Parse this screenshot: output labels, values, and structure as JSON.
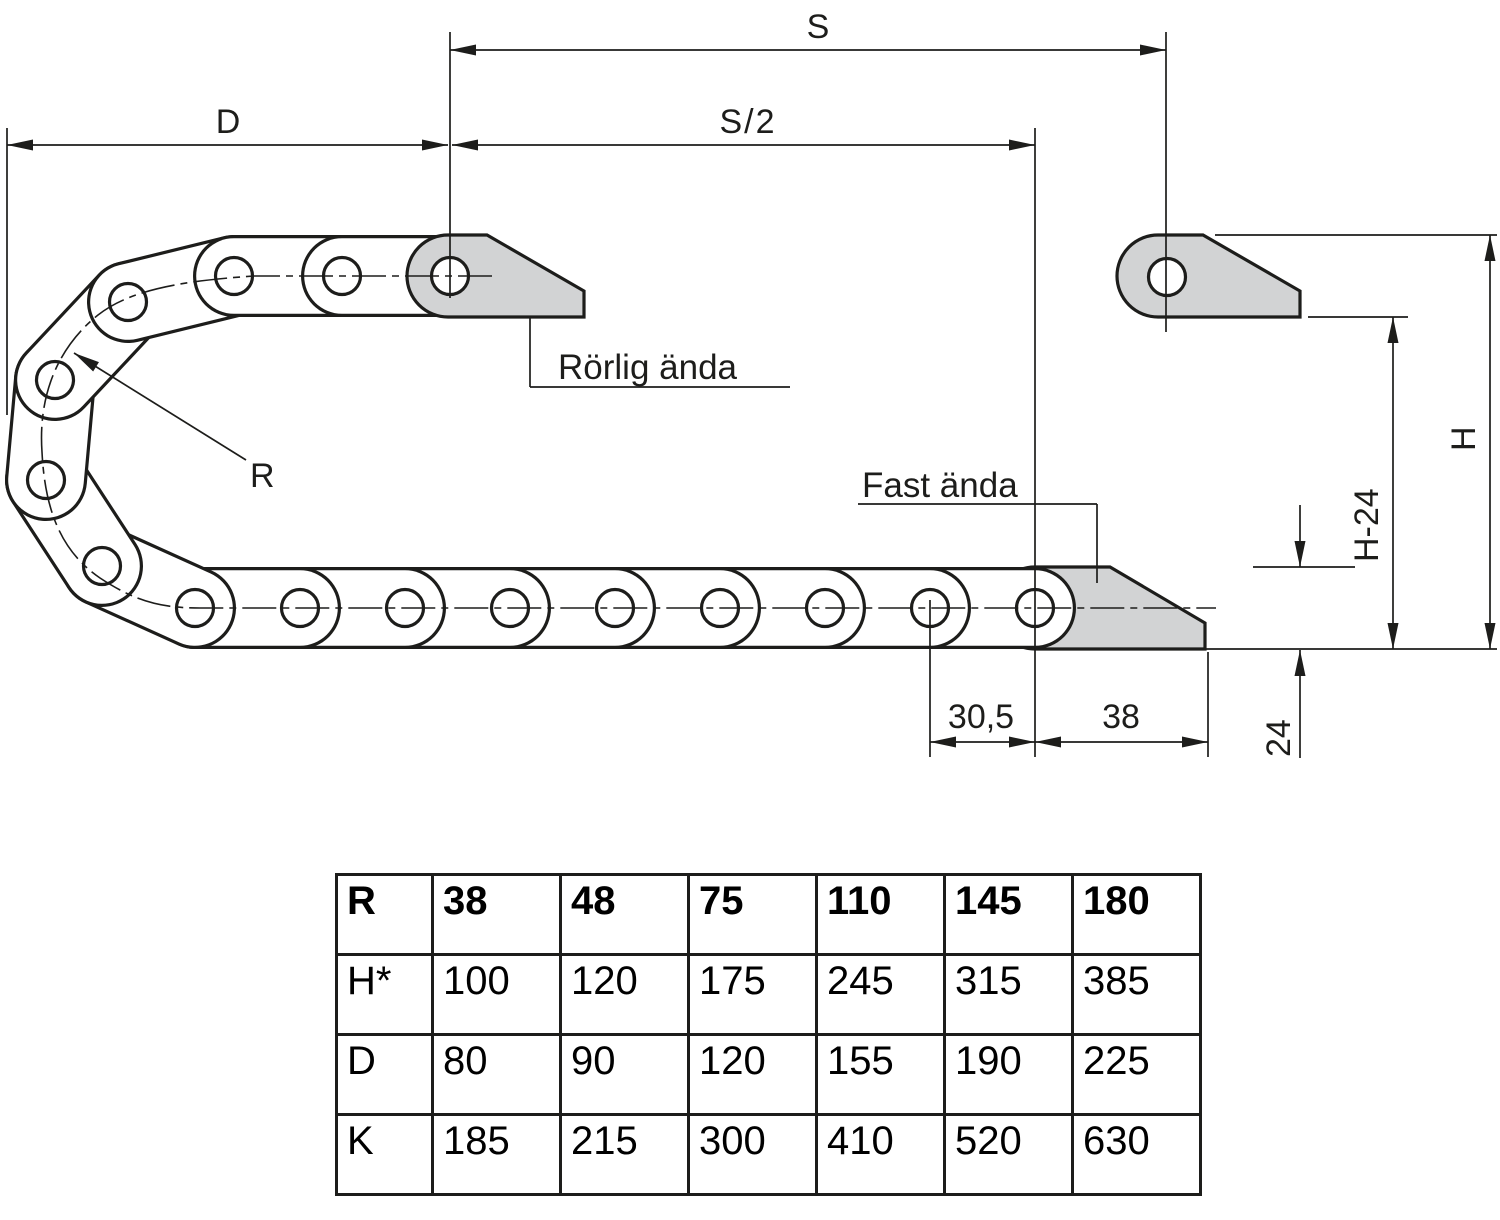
{
  "dimensions": {
    "s": "S",
    "s_half": "S/2",
    "d": "D",
    "r": "R",
    "h": "H",
    "h_minus_24": "H-24",
    "height_24": "24",
    "pitch_30_5": "30,5",
    "lug_38": "38"
  },
  "labels": {
    "movable_end": "Rörlig ända",
    "fixed_end": "Fast ända"
  },
  "table": {
    "rows": [
      {
        "label": "R",
        "bold": true,
        "values": [
          "38",
          "48",
          "75",
          "110",
          "145",
          "180"
        ]
      },
      {
        "label": "H*",
        "bold": false,
        "values": [
          "100",
          "120",
          "175",
          "245",
          "315",
          "385"
        ]
      },
      {
        "label": "D",
        "bold": false,
        "values": [
          "80",
          "90",
          "120",
          "155",
          "190",
          "225"
        ]
      },
      {
        "label": "K",
        "bold": false,
        "values": [
          "185",
          "215",
          "300",
          "410",
          "520",
          "630"
        ]
      }
    ]
  },
  "colors": {
    "line": "#1d1d1b",
    "lug_fill": "#d2d3d4",
    "background": "#ffffff"
  }
}
